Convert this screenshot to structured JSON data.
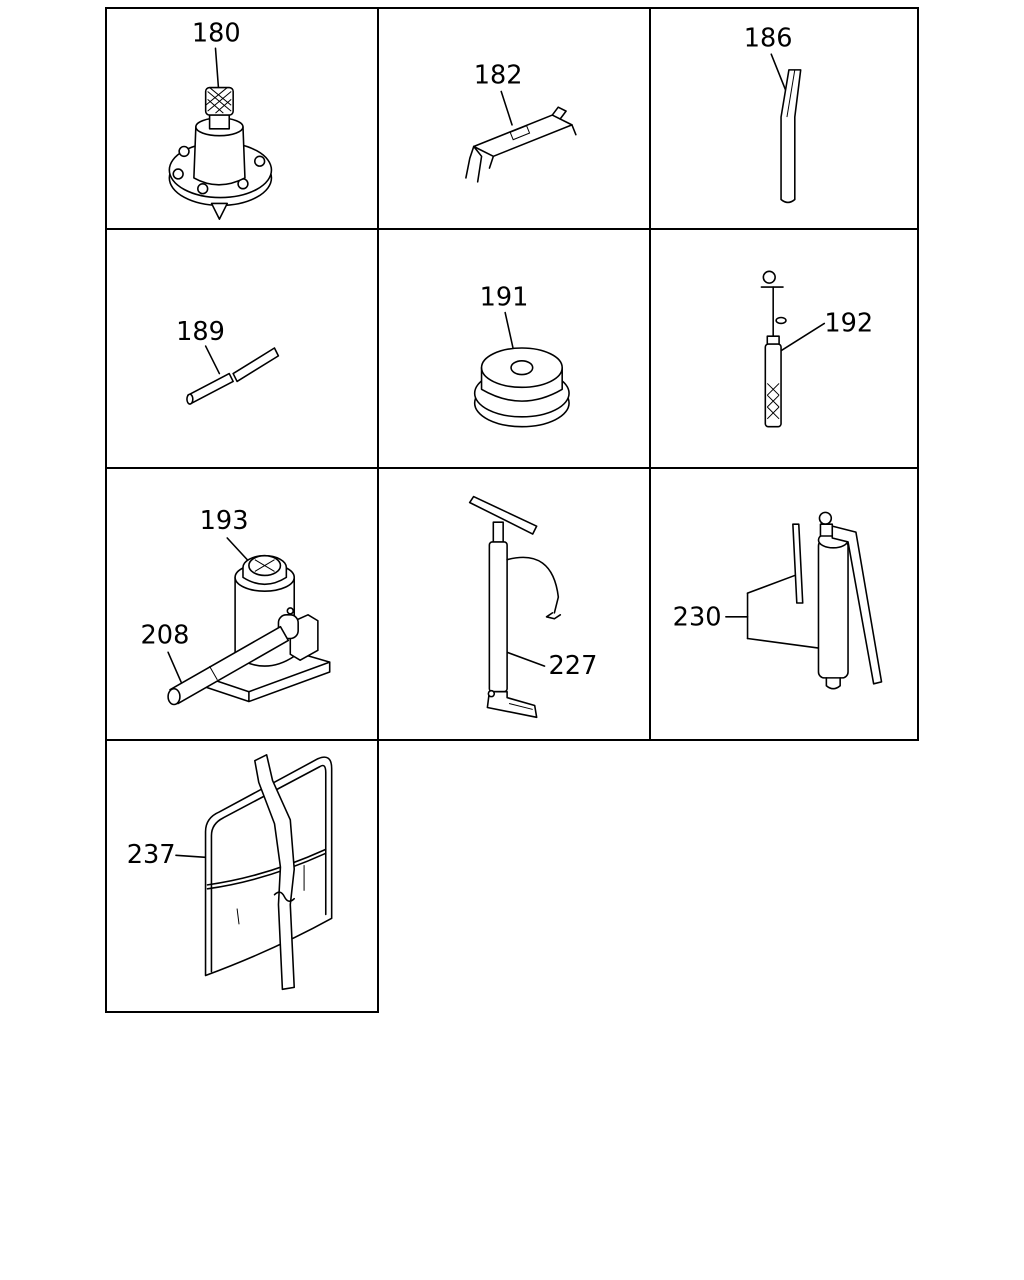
{
  "parts": [
    {
      "label": "180",
      "icon": "centering-tool-icon"
    },
    {
      "label": "182",
      "icon": "bracket-tool-icon"
    },
    {
      "label": "186",
      "icon": "bent-rod-tool-icon"
    },
    {
      "label": "189",
      "icon": "jack-handle-rod-icon"
    },
    {
      "label": "191",
      "icon": "adapter-plug-icon"
    },
    {
      "label": "192",
      "icon": "tire-gauge-icon"
    },
    {
      "label": "193",
      "icon": "bottle-jack-icon"
    },
    {
      "label": "208",
      "icon": "jack-handle-icon"
    },
    {
      "label": "227",
      "icon": "tire-pump-icon"
    },
    {
      "label": "230",
      "icon": "grease-gun-icon"
    },
    {
      "label": "237",
      "icon": "tool-bag-icon"
    }
  ]
}
